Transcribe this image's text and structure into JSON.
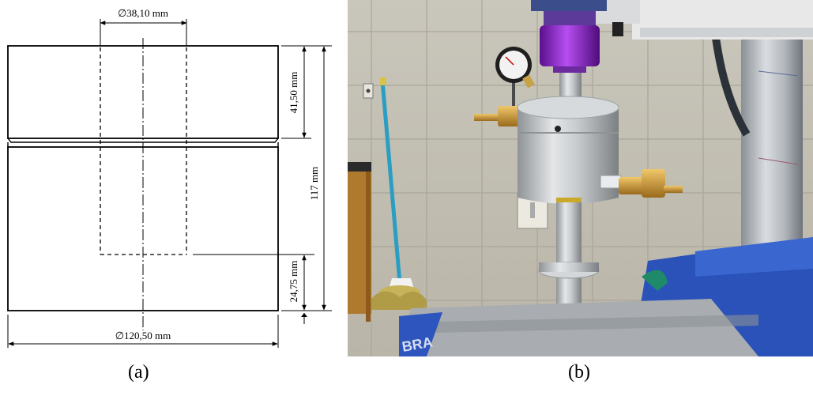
{
  "figure": {
    "panel_a": {
      "caption": "(a)",
      "dims": {
        "inner_diameter": "∅38,10 mm",
        "top_height": "41,50 mm",
        "total_height": "117 mm",
        "bottom_depth": "24,75 mm",
        "outer_diameter": "∅120,50 mm"
      }
    },
    "panel_b": {
      "caption": "(b)",
      "base_lettering": "BRA"
    }
  }
}
